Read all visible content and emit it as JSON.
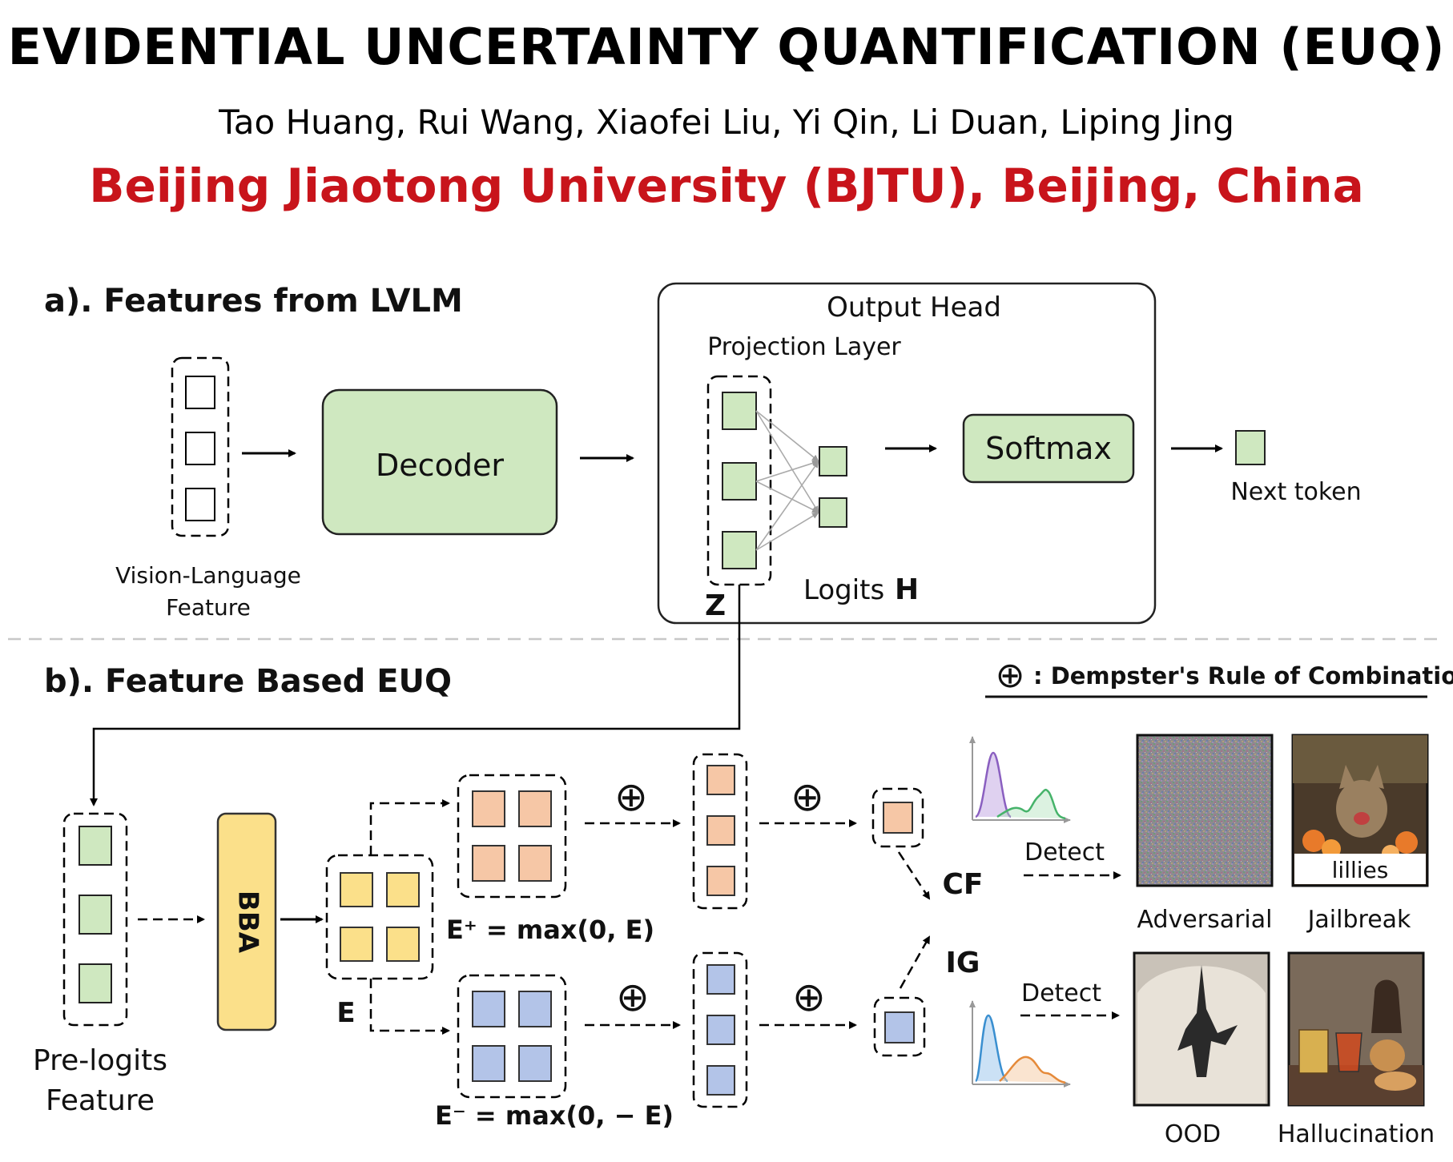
{
  "header": {
    "title": "EVIDENTIAL UNCERTAINTY QUANTIFICATION (EUQ)",
    "authors": "Tao Huang, Rui Wang, Xiaofei Liu, Yi Qin, Li Duan, Liping Jing",
    "affiliation": "Beijing Jiaotong University (BJTU), Beijing, China"
  },
  "section_a": {
    "heading": "a). Features from LVLM",
    "vl_feature_label_1": "Vision-Language",
    "vl_feature_label_2": "Feature",
    "decoder_label": "Decoder",
    "output_head_label": "Output Head",
    "projection_layer_label": "Projection Layer",
    "softmax_label": "Softmax",
    "next_token_label": "Next token",
    "logits_label": "Logits",
    "logits_symbol": "H",
    "z_symbol": "Z"
  },
  "section_b": {
    "heading": "b). Feature Based EUQ",
    "legend_symbol": "⊕",
    "legend_text": ": Dempster's Rule of Combination",
    "prelogits_label_1": "Pre-logits",
    "prelogits_label_2": "Feature",
    "bba_label": "BBA",
    "e_symbol": "E",
    "e_plus_formula": "E⁺ = max(0, E)",
    "e_minus_formula": "E⁻ = max(0, − E)",
    "combine_symbol": "⊕",
    "cf_label": "CF",
    "ig_label": "IG",
    "detect_label_top": "Detect",
    "detect_label_bottom": "Detect",
    "examples": {
      "adversarial": "Adversarial",
      "jailbreak": "Jailbreak",
      "jailbreak_caption": "lillies",
      "ood": "OOD",
      "hallucination": "Hallucination"
    }
  },
  "colors": {
    "green": "#cfe8c0",
    "green_stroke": "#5b8a44",
    "yellow": "#fbe08a",
    "orange": "#f6c7a6",
    "blue": "#b3c4e8",
    "red_text": "#c8141b",
    "purple_curve": "#8a5fc0",
    "green_curve": "#46b36a",
    "blue_curve": "#3a8fd0",
    "orange_curve": "#e58a3a"
  }
}
